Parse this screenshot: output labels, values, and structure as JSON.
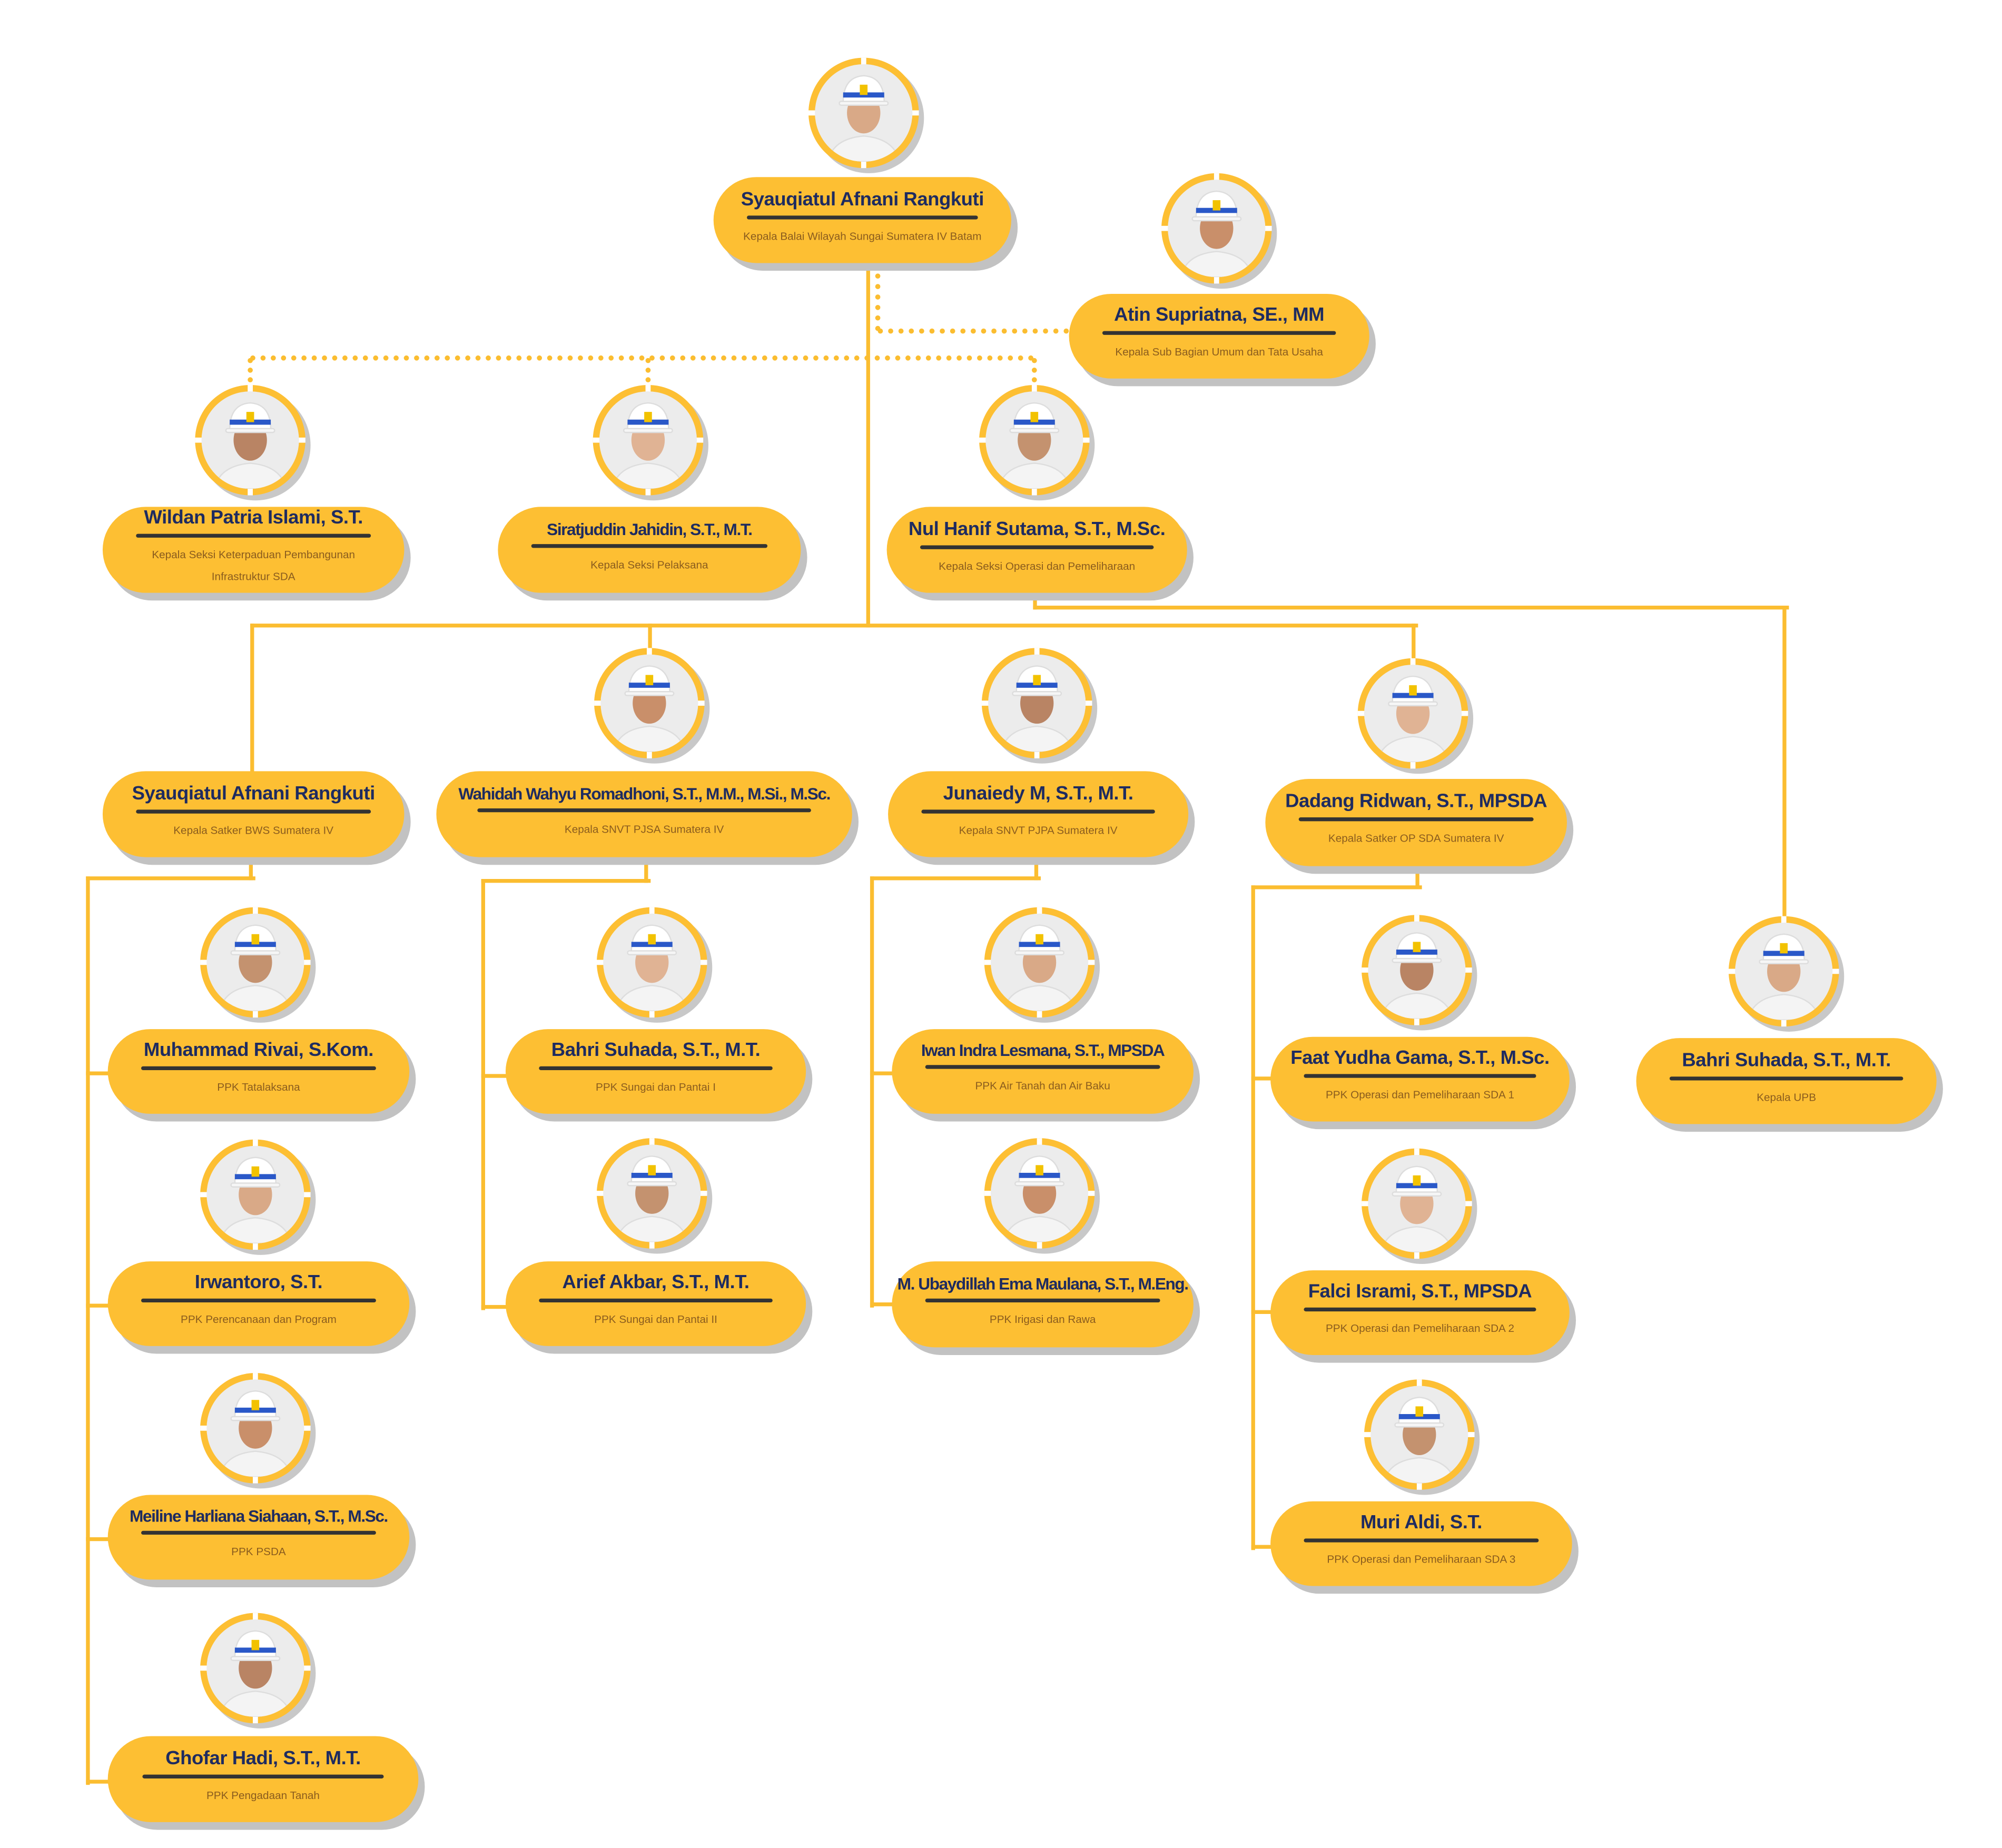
{
  "colors": {
    "accent": "#fdbf33",
    "name": "#1e2b60",
    "subtitle": "#8a5c1e",
    "shadow": "#c2c2c2"
  },
  "nodes": [
    {
      "name": "Syauqiatul Afnani Rangkuti",
      "title": "Kepala Balai Wilayah Sungai Sumatera IV Batam"
    },
    {
      "name": "Atin Supriatna, SE., MM",
      "title": "Kepala Sub Bagian Umum dan Tata Usaha"
    },
    {
      "name": "Wildan Patria Islami, S.T.",
      "title": "Kepala Seksi Keterpaduan Pembangunan Infrastruktur SDA"
    },
    {
      "name": "Siratjuddin Jahidin, S.T., M.T.",
      "title": "Kepala Seksi Pelaksana"
    },
    {
      "name": "Nul Hanif Sutama, S.T., M.Sc.",
      "title": "Kepala Seksi Operasi dan Pemeliharaan"
    },
    {
      "name": "Syauqiatul Afnani Rangkuti",
      "title": "Kepala Satker BWS Sumatera IV"
    },
    {
      "name": "Wahidah Wahyu Romadhoni, S.T., M.M., M.Si., M.Sc.",
      "title": "Kepala SNVT PJSA Sumatera IV"
    },
    {
      "name": "Junaiedy M, S.T., M.T.",
      "title": "Kepala SNVT PJPA Sumatera IV"
    },
    {
      "name": "Dadang Ridwan, S.T., MPSDA",
      "title": "Kepala Satker OP SDA Sumatera IV"
    },
    {
      "name": "Muhammad Rivai, S.Kom.",
      "title": "PPK Tatalaksana"
    },
    {
      "name": "Irwantoro, S.T.",
      "title": "PPK Perencanaan dan Program"
    },
    {
      "name": "Meiline Harliana Siahaan, S.T., M.Sc.",
      "title": "PPK PSDA"
    },
    {
      "name": "Ghofar Hadi, S.T., M.T.",
      "title": "PPK Pengadaan Tanah"
    },
    {
      "name": "Bahri Suhada, S.T., M.T.",
      "title": "PPK Sungai dan Pantai I"
    },
    {
      "name": "Arief Akbar, S.T., M.T.",
      "title": "PPK Sungai dan Pantai II"
    },
    {
      "name": "Iwan Indra Lesmana, S.T., MPSDA",
      "title": "PPK Air Tanah dan Air Baku"
    },
    {
      "name": "M. Ubaydillah Ema Maulana, S.T., M.Eng.",
      "title": "PPK Irigasi dan Rawa"
    },
    {
      "name": "Faat Yudha Gama, S.T., M.Sc.",
      "title": "PPK Operasi dan Pemeliharaan SDA 1"
    },
    {
      "name": "Falci Isrami, S.T., MPSDA",
      "title": "PPK Operasi dan Pemeliharaan SDA 2"
    },
    {
      "name": "Muri Aldi, S.T.",
      "title": "PPK Operasi dan Pemeliharaan SDA 3"
    },
    {
      "name": "Bahri Suhada, S.T., M.T.",
      "title": "Kepala UPB"
    }
  ]
}
